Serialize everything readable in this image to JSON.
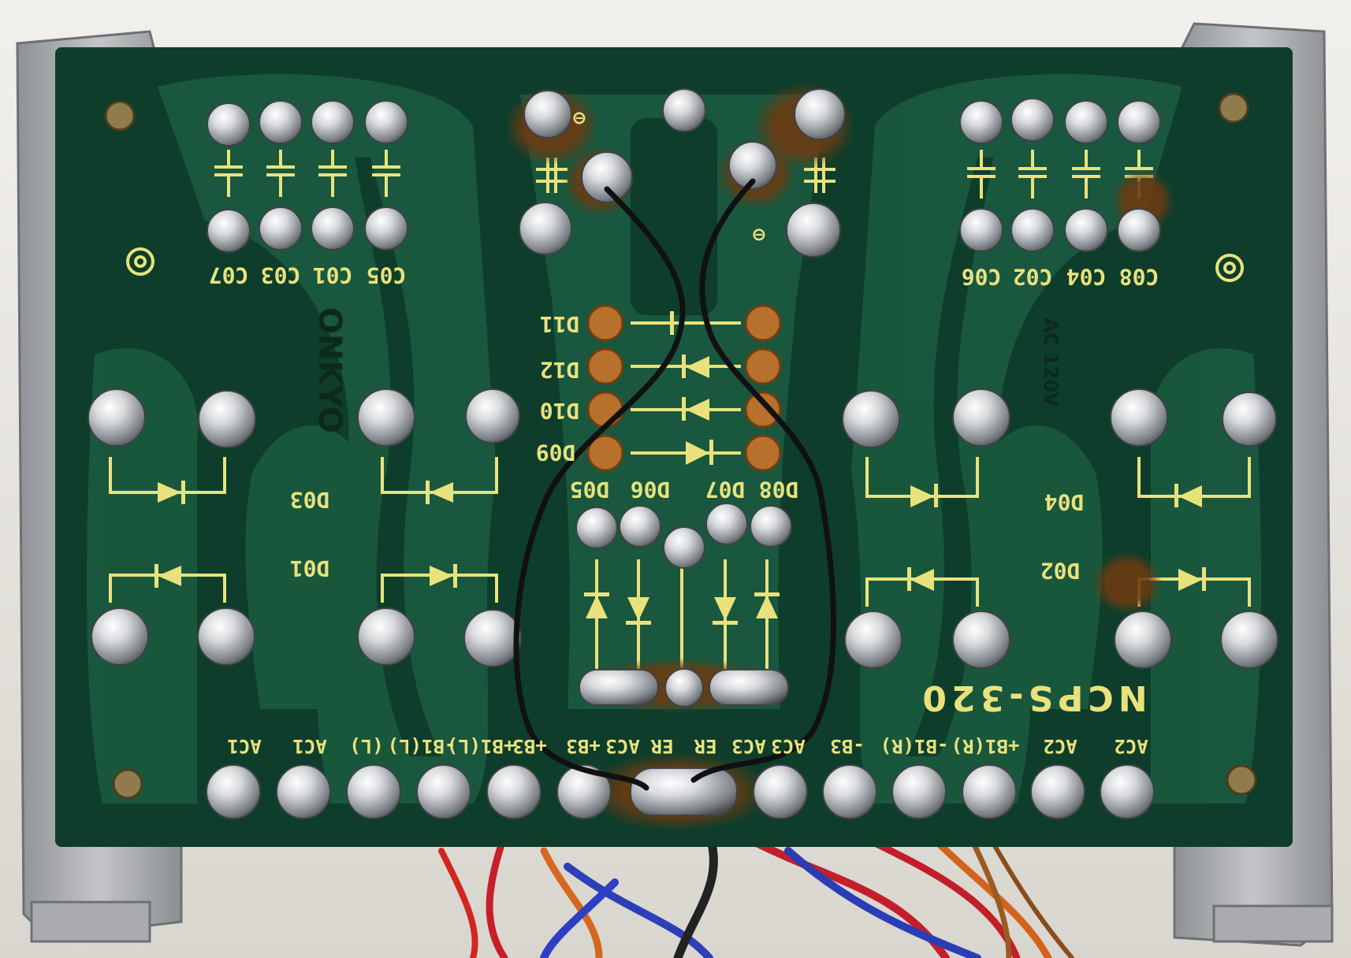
{
  "board": {
    "model": "NCPS-320",
    "brand": "ONKYO",
    "voltage": "AC 120V"
  },
  "capacitor_labels": {
    "left": [
      "C07",
      "C03",
      "C01",
      "C05"
    ],
    "right": [
      "C06",
      "C02",
      "C04",
      "C08"
    ]
  },
  "diode_labels": {
    "left_upper": "D03",
    "left_lower": "D01",
    "right_upper": "D04",
    "right_lower": "D02",
    "center_column": [
      "D11",
      "D12",
      "D10",
      "D09"
    ],
    "center_row": [
      "D05",
      "D06",
      "D07",
      "D08"
    ]
  },
  "connector_labels": [
    "AC1",
    "AC1",
    "(L)",
    "-B1(L)",
    "+B1(L)",
    "+B3",
    "+B3",
    "AC3",
    "ER",
    "ER",
    "AC3",
    "AC3",
    "-B3",
    "-B1(R)",
    "+B1(R)",
    "AC2",
    "AC2"
  ],
  "polarity_marks": [
    "⊖",
    "⊖"
  ],
  "colors": {
    "pcb": "#0e3d2b",
    "trace": "#1b5a40",
    "silkscreen": "#e9e27c",
    "solder": "#c9ccd0",
    "bracket": "#a8aaad"
  }
}
